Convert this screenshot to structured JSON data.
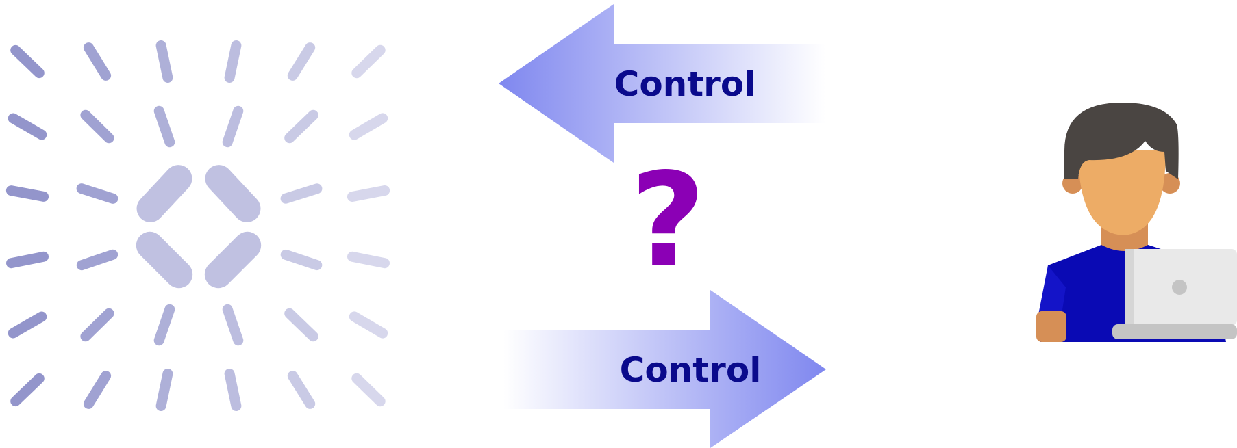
{
  "diagram": {
    "top_arrow": {
      "label": "Control",
      "direction": "left"
    },
    "bottom_arrow": {
      "label": "Control",
      "direction": "right"
    },
    "center_symbol": "?",
    "colors": {
      "arrow_solid": "#7f87ef",
      "arrow_fade": "#ffffff",
      "label_text": "#0a0a8c",
      "question_mark": "#8b00b5",
      "field_stroke": "#8e90c9",
      "hair": "#4a4542",
      "skin": "#edac66",
      "skin_shade": "#d68f56",
      "shirt": "#0a0ab4",
      "laptop": "#e9e9e9",
      "laptop_base": "#c4c4c4"
    },
    "left_graphic": {
      "icon": "vector-field-icon",
      "description_hidden": true
    },
    "right_graphic": {
      "icon": "person-at-laptop-icon"
    }
  }
}
